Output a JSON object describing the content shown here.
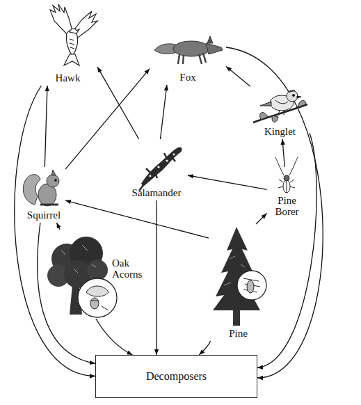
{
  "diagram": {
    "nodes": [
      {
        "text": [
          "Hawk"
        ]
      },
      {
        "text": [
          "Fox"
        ]
      },
      {
        "text": [
          "Kinglet"
        ]
      },
      {
        "text": [
          "Squirrel"
        ]
      },
      {
        "text": [
          "Salamander"
        ]
      },
      {
        "text": [
          "Pine Borer"
        ]
      },
      {
        "text": [
          "Oak Acorns"
        ]
      },
      {
        "text": [
          "Pine"
        ]
      },
      {
        "text": [
          "Decomposers"
        ]
      }
    ],
    "edges": [
      {
        "from": 3,
        "to": 0,
        "arrow": "to"
      },
      {
        "from": 4,
        "to": 0,
        "arrow": "to"
      },
      {
        "from": 3,
        "to": 1,
        "arrow": "to"
      },
      {
        "from": 4,
        "to": 1,
        "arrow": "to"
      },
      {
        "from": 2,
        "to": 1,
        "arrow": "to"
      },
      {
        "from": 5,
        "to": 2,
        "arrow": "to"
      },
      {
        "from": 5,
        "to": 4,
        "arrow": "to"
      },
      {
        "from": 7,
        "to": 5,
        "arrow": "to"
      },
      {
        "from": 7,
        "to": 3,
        "arrow": "to"
      },
      {
        "from": 6,
        "to": 3,
        "arrow": "to"
      },
      {
        "from": 0,
        "to": 8,
        "arrow": "to"
      },
      {
        "from": 1,
        "to": 8,
        "arrow": "to"
      },
      {
        "from": 2,
        "to": 8,
        "arrow": "to"
      },
      {
        "from": 3,
        "to": 8,
        "arrow": "to"
      },
      {
        "from": 4,
        "to": 8,
        "arrow": "to"
      },
      {
        "from": 6,
        "to": 8,
        "arrow": "to"
      },
      {
        "from": 7,
        "to": 8,
        "arrow": "to"
      }
    ]
  }
}
